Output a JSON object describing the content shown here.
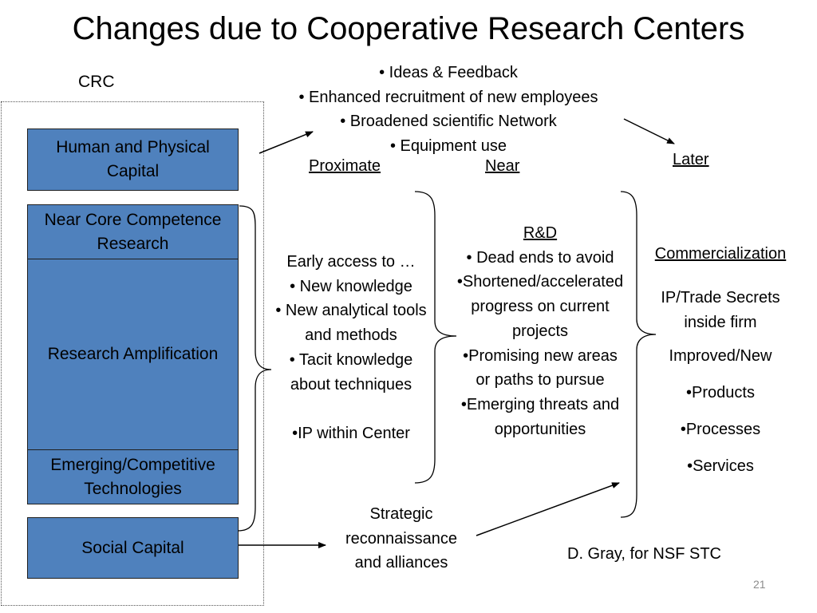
{
  "title": "Changes due to Cooperative Research Centers",
  "crc_label": "CRC",
  "left_boxes": {
    "human_physical": "Human and Physical Capital",
    "near_core": "Near Core Competence Research",
    "amplification": "Research Amplification",
    "emerging": "Emerging/Competitive Technologies",
    "social": "Social Capital"
  },
  "top_bullets": [
    "• Ideas & Feedback",
    "• Enhanced  recruitment of  new employees",
    "• Broadened scientific  Network",
    "• Equipment use"
  ],
  "headings": {
    "proximate": "Proximate",
    "near": "Near",
    "later": "Later"
  },
  "proximate_lines": [
    "Early access to …",
    "• New knowledge",
    "• New analytical tools",
    "and methods",
    "• Tacit knowledge",
    "about techniques",
    "",
    "•IP within Center"
  ],
  "near_lines": [
    "R&D",
    "• Dead ends to avoid",
    "•Shortened/accelerated",
    "progress on current",
    "projects",
    "•Promising new areas",
    "or paths to pursue",
    "•Emerging threats and",
    "opportunities"
  ],
  "later": {
    "commercialization": "Commercialization",
    "ip_line1": "IP/Trade Secrets",
    "ip_line2": "inside firm",
    "improved": "Improved/New",
    "products": "•Products",
    "processes": "•Processes",
    "services": "•Services"
  },
  "strategic_lines": [
    "Strategic",
    "reconnaissance",
    "and alliances"
  ],
  "credit": "D. Gray, for NSF STC",
  "slide_number": "21",
  "colors": {
    "box_fill": "#4f81bd",
    "box_border": "#1f1f1f"
  }
}
